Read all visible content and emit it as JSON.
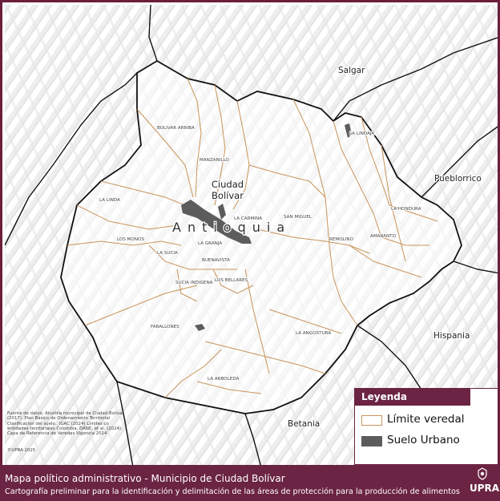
{
  "map": {
    "department_label": "Antioquia",
    "municipality_label": "Ciudad\nBolívar",
    "municipality_line1": "Ciudad",
    "municipality_line2": "Bolívar",
    "neighbor_labels": [
      "Salgar",
      "Pueblorrico",
      "Hispania",
      "Betania"
    ],
    "vereda_labels": [
      "BOLIVAR ARRIBA",
      "MANZANILLO",
      "LA LINDA",
      "LOS MONOS",
      "LA SUCIA",
      "LA GRANJA",
      "LA CARMINA",
      "SAN MIGUEL",
      "BUENAVISTA",
      "SUCIA INDIGENA",
      "LOS BELLARES",
      "FARALLONES",
      "LA ANGOSTURA",
      "LA ARBOLEDA",
      "LA LINDAJA",
      "REMOLINO",
      "LA HONDURA",
      "AMARANTO"
    ],
    "colors": {
      "vereda_boundary": "#c8945a",
      "urban": "#5c5c5c",
      "municipal_boundary": "#111111",
      "brand": "#6b2443"
    }
  },
  "legend": {
    "title": "Leyenda",
    "items": [
      {
        "label": "Límite veredal",
        "swatch": "outline"
      },
      {
        "label": "Suelo Urbano",
        "swatch": "fill"
      }
    ]
  },
  "source": {
    "text": "Fuente de datos: Alcaldía municipal de Ciudad Bolívar (2017). Plan Básico de Ordenamiento Territorial Clasificación del suelo.. IGAC (2024) Límites co entidades territoriales Colombia. DANE, et al. (2024). Capa de Referencia de Veredas Vigencia 2024",
    "date": "©UPRA 2025"
  },
  "footer": {
    "title": "Mapa político administrativo - Municipio de Ciudad Bolívar",
    "subtitle": "Cartografía preliminar para la identificación y delimitación de las áreas de protección para la producción de alimentos",
    "brand": "UPRA"
  }
}
